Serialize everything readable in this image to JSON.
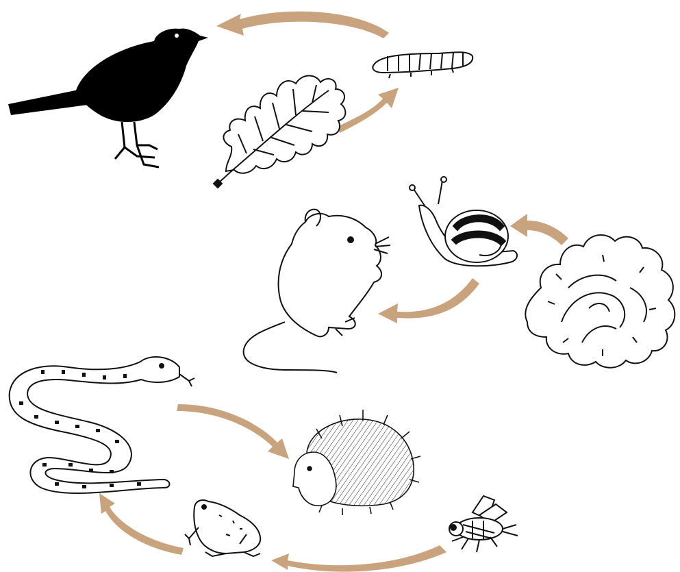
{
  "diagram": {
    "kind": "food-chains",
    "arrow_color": "#c9a27e",
    "ink_color": "#111111",
    "organisms": [
      {
        "id": "blackbird",
        "icon": "blackbird-icon"
      },
      {
        "id": "caterpillar",
        "icon": "caterpillar-icon"
      },
      {
        "id": "oak-leaf",
        "icon": "oak-leaf-icon"
      },
      {
        "id": "mouse",
        "icon": "mouse-icon"
      },
      {
        "id": "snail",
        "icon": "snail-icon"
      },
      {
        "id": "lettuce",
        "icon": "lettuce-icon"
      },
      {
        "id": "snake",
        "icon": "snake-icon"
      },
      {
        "id": "hedgehog",
        "icon": "hedgehog-icon"
      },
      {
        "id": "frog",
        "icon": "frog-icon"
      },
      {
        "id": "fly",
        "icon": "fly-icon"
      }
    ],
    "chains": [
      {
        "name": "chain-1",
        "links": [
          [
            "oak-leaf",
            "caterpillar"
          ],
          [
            "caterpillar",
            "blackbird"
          ]
        ]
      },
      {
        "name": "chain-2",
        "links": [
          [
            "lettuce",
            "snail"
          ],
          [
            "snail",
            "mouse"
          ]
        ]
      },
      {
        "name": "chain-3",
        "links": [
          [
            "fly",
            "frog"
          ],
          [
            "frog",
            "snake"
          ],
          [
            "snake",
            "hedgehog"
          ]
        ]
      }
    ]
  }
}
